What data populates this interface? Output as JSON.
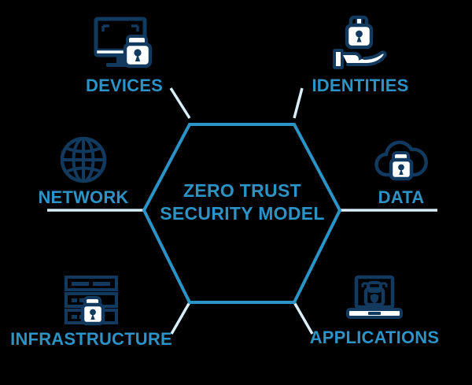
{
  "diagram": {
    "title": "Zero Trust Security Model",
    "center": {
      "line1": "ZERO TRUST",
      "line2": "SECURITY MODEL"
    },
    "colors": {
      "background": "#000000",
      "accent_blue": "#2b93c6",
      "hexagon_stroke": "#2b93c6",
      "connector_line": "#d8eef8",
      "icon_navy": "#123a5f",
      "icon_fill": "#ffffff"
    },
    "nodes": [
      {
        "id": "devices",
        "label": "DEVICES",
        "icon": "monitor-lock-icon",
        "position": "top-left"
      },
      {
        "id": "identities",
        "label": "IDENTITIES",
        "icon": "hand-lock-icon",
        "position": "top-right"
      },
      {
        "id": "network",
        "label": "NETWORK",
        "icon": "globe-icon",
        "position": "left"
      },
      {
        "id": "data",
        "label": "DATA",
        "icon": "cloud-lock-icon",
        "position": "right"
      },
      {
        "id": "infrastructure",
        "label": "INFRASTRUCTURE",
        "icon": "server-lock-icon",
        "position": "bottom-left"
      },
      {
        "id": "applications",
        "label": "APPLICATIONS",
        "icon": "laptop-lock-icon",
        "position": "bottom-right"
      }
    ]
  }
}
